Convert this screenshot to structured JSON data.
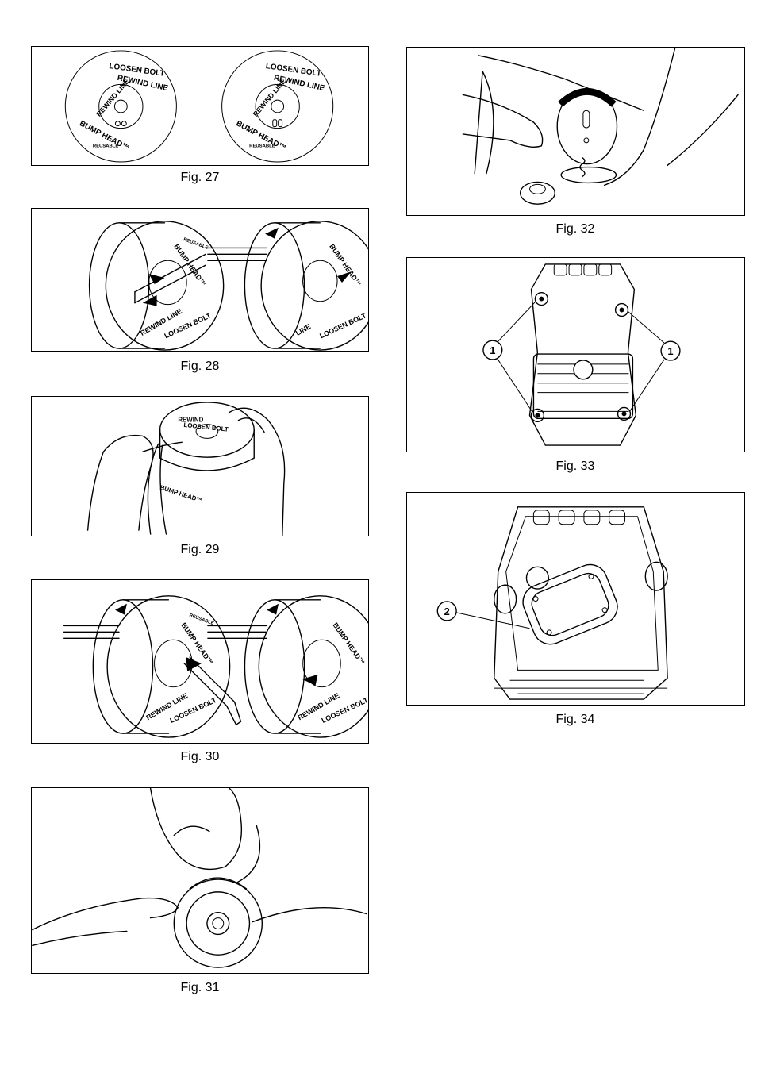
{
  "figures": {
    "fig27": {
      "caption": "Fig. 27",
      "disc_left": {
        "loosen": "LOOSEN BOLT",
        "rewind_outer": "REWIND LINE",
        "rewind_inner": "REWIND LINE",
        "bump": "BUMP HEAD™",
        "reusable": "REUSABLE"
      },
      "disc_right": {
        "loosen": "LOOSEN BOLT",
        "rewind_outer": "REWIND LINE",
        "rewind_inner": "REWIND LINE",
        "bump": "BUMP HEAD™",
        "reusable": "REUSABLE"
      }
    },
    "fig28": {
      "caption": "Fig. 28",
      "bump": "BUMP HEAD™",
      "loosen": "LOOSEN BOLT",
      "rewind": "REWIND LINE",
      "line": "LINE",
      "reusable": "REUSABLE"
    },
    "fig29": {
      "caption": "Fig. 29",
      "loosen": "LOOSEN BOLT",
      "rewind": "REWIND",
      "bump": "BUMP HEAD™"
    },
    "fig30": {
      "caption": "Fig. 30",
      "bump": "BUMP HEAD™",
      "loosen": "LOOSEN BOLT",
      "rewind": "REWIND LINE",
      "reusable": "REUSABLE"
    },
    "fig31": {
      "caption": "Fig. 31"
    },
    "fig32": {
      "caption": "Fig. 32"
    },
    "fig33": {
      "caption": "Fig. 33",
      "callout": "1"
    },
    "fig34": {
      "caption": "Fig. 34",
      "callout": "2"
    }
  }
}
